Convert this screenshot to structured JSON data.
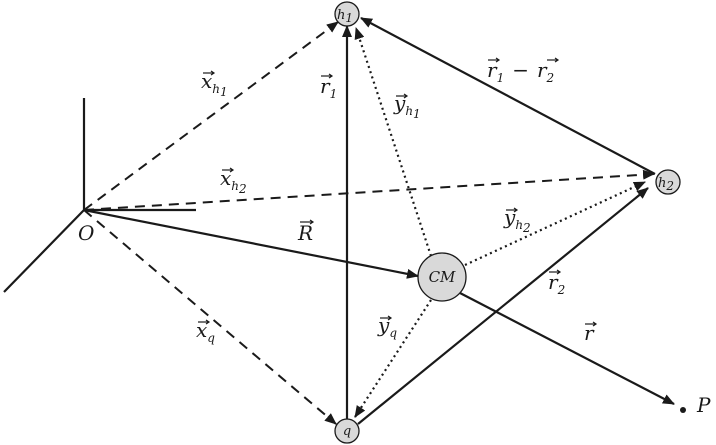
{
  "diagram": {
    "nodes": {
      "origin": "O",
      "h1": {
        "main": "h",
        "sub": "1"
      },
      "h2": {
        "main": "h",
        "sub": "2"
      },
      "cm": "CM",
      "q": "q",
      "point_p": "P"
    },
    "vectors": {
      "x_h1": {
        "main": "x",
        "sub": "h",
        "subsub": "1"
      },
      "x_h2": {
        "main": "x",
        "sub": "h",
        "subsub": "2"
      },
      "x_q": {
        "main": "x",
        "sub": "q"
      },
      "R": {
        "main": "R"
      },
      "r1": {
        "main": "r",
        "sub": "1"
      },
      "r2": {
        "main": "r",
        "sub": "2"
      },
      "r1_minus_r2": {
        "a": "r",
        "a_sub": "1",
        "op": "−",
        "b": "r",
        "b_sub": "2"
      },
      "y_h1": {
        "main": "y",
        "sub": "h",
        "subsub": "1"
      },
      "y_h2": {
        "main": "y",
        "sub": "h",
        "subsub": "2"
      },
      "y_q": {
        "main": "y",
        "sub": "q"
      },
      "r": {
        "main": "r"
      }
    }
  }
}
